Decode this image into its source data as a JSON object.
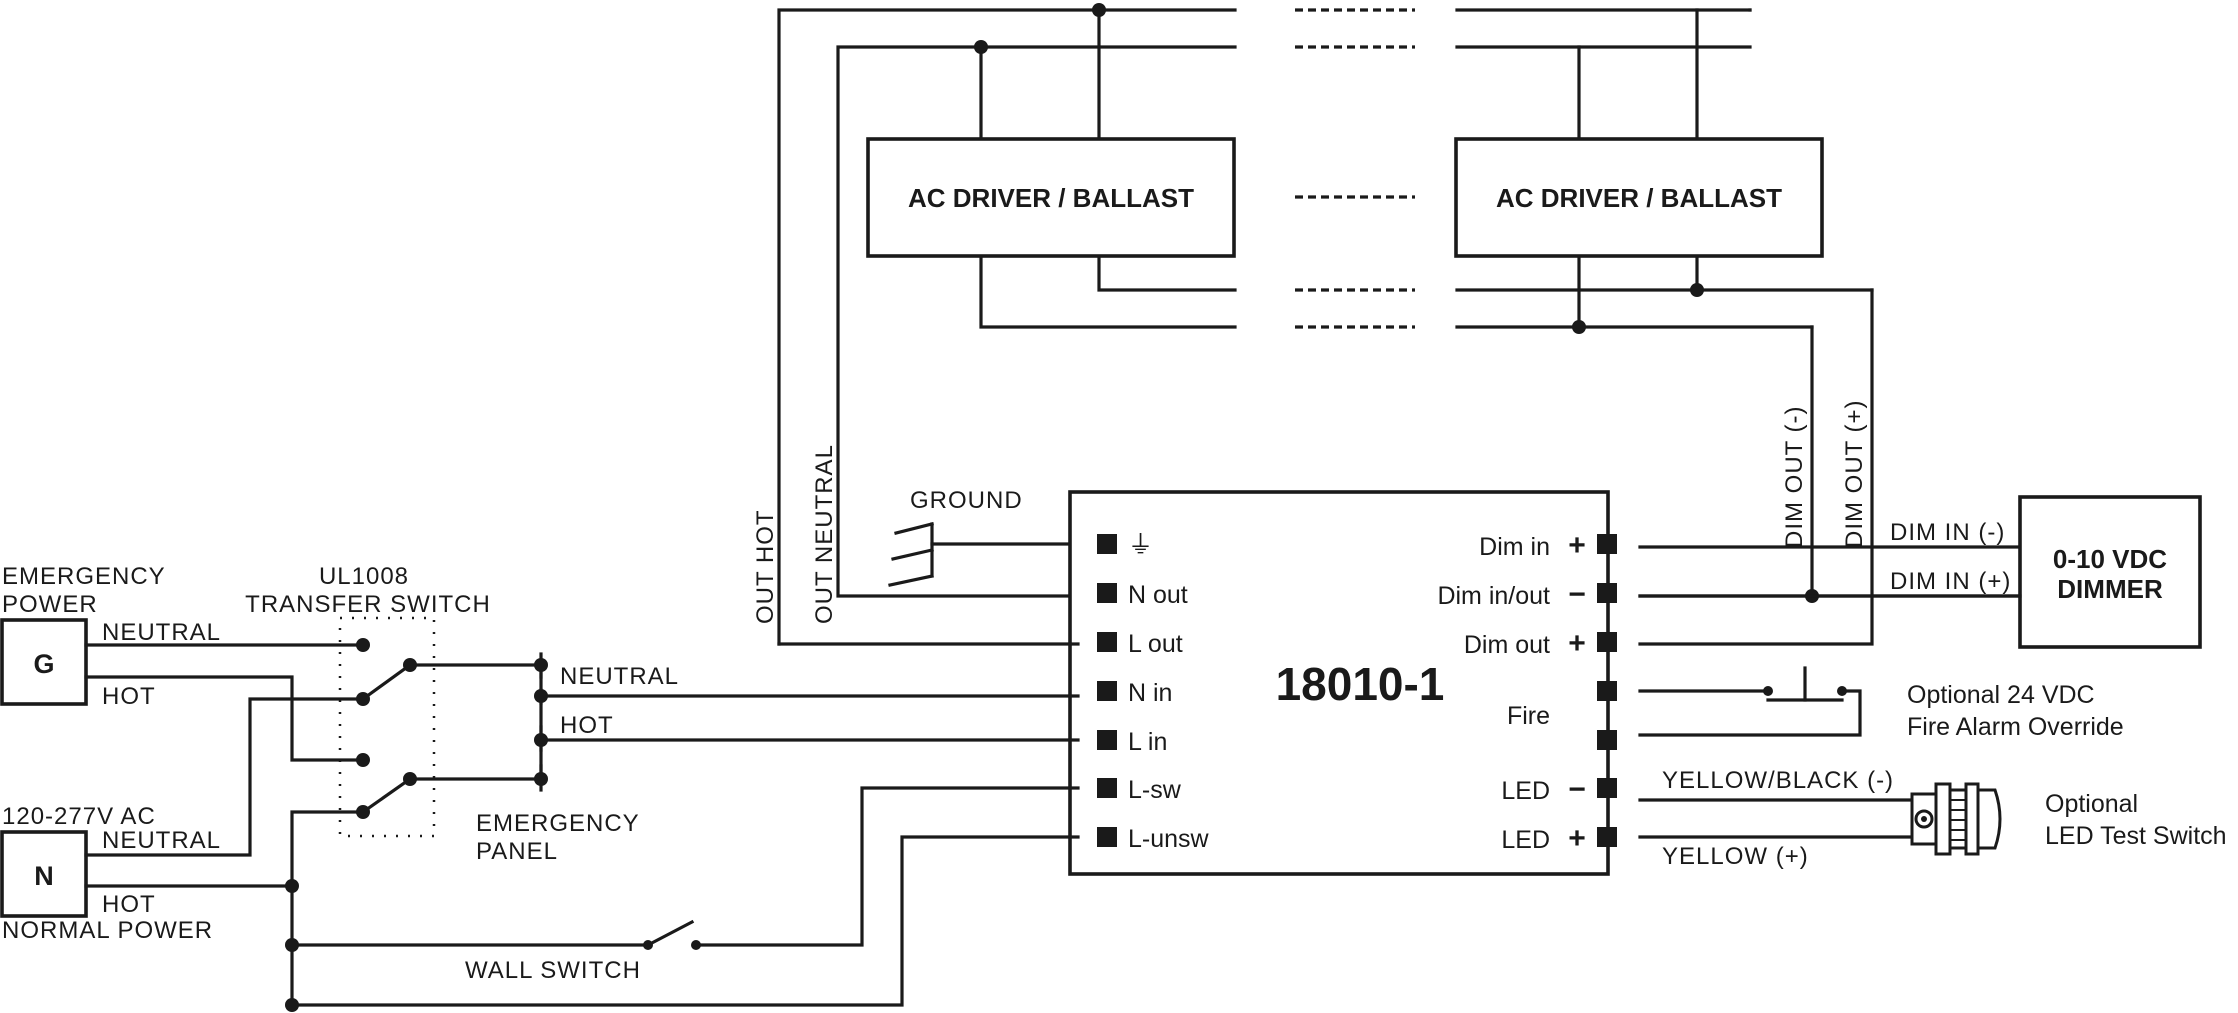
{
  "diagram": {
    "model": "18010-1",
    "drivers": [
      "AC DRIVER / BALLAST",
      "AC DRIVER / BALLAST"
    ],
    "dimmer": {
      "line1": "0-10 VDC",
      "line2": "DIMMER"
    },
    "sources": {
      "generator": {
        "symbol": "G",
        "title_line1": "EMERGENCY",
        "title_line2": "POWER",
        "neutral": "NEUTRAL",
        "hot": "HOT"
      },
      "normal": {
        "symbol": "N",
        "title": "120-277V AC",
        "neutral": "NEUTRAL",
        "hot": "HOT",
        "caption": "NORMAL POWER"
      }
    },
    "transfer_switch": {
      "line1": "UL1008",
      "line2": "TRANSFER SWITCH"
    },
    "emergency_panel": {
      "line1": "EMERGENCY",
      "line2": "PANEL",
      "neutral": "NEUTRAL",
      "hot": "HOT"
    },
    "wall_switch": "WALL SWITCH",
    "ground": "GROUND",
    "out_hot": "OUT HOT",
    "out_neutral": "OUT NEUTRAL",
    "dim_out_minus": "DIM OUT (-)",
    "dim_out_plus": "DIM OUT (+)",
    "dim_in_minus": "DIM IN (-)",
    "dim_in_plus": "DIM IN (+)",
    "left_pins": [
      "⏚",
      "N out",
      "L out",
      "N in",
      "L in",
      "L-sw",
      "L-unsw"
    ],
    "right_pins": [
      {
        "label": "Dim in",
        "sign": "+"
      },
      {
        "label": "Dim in/out",
        "sign": "−"
      },
      {
        "label": "Dim out",
        "sign": "+"
      },
      {
        "label": "",
        "sign": ""
      },
      {
        "label": "",
        "sign": ""
      },
      {
        "label": "LED",
        "sign": "−"
      },
      {
        "label": "LED",
        "sign": "+"
      }
    ],
    "fire_label": "Fire",
    "fire_option": {
      "line1": "Optional 24 VDC",
      "line2": "Fire Alarm Override"
    },
    "led_wires": {
      "minus": "YELLOW/BLACK (-)",
      "plus": "YELLOW (+)"
    },
    "led_test": {
      "line1": "Optional",
      "line2": "LED Test Switch"
    },
    "line_color": "#1a1a1a"
  }
}
